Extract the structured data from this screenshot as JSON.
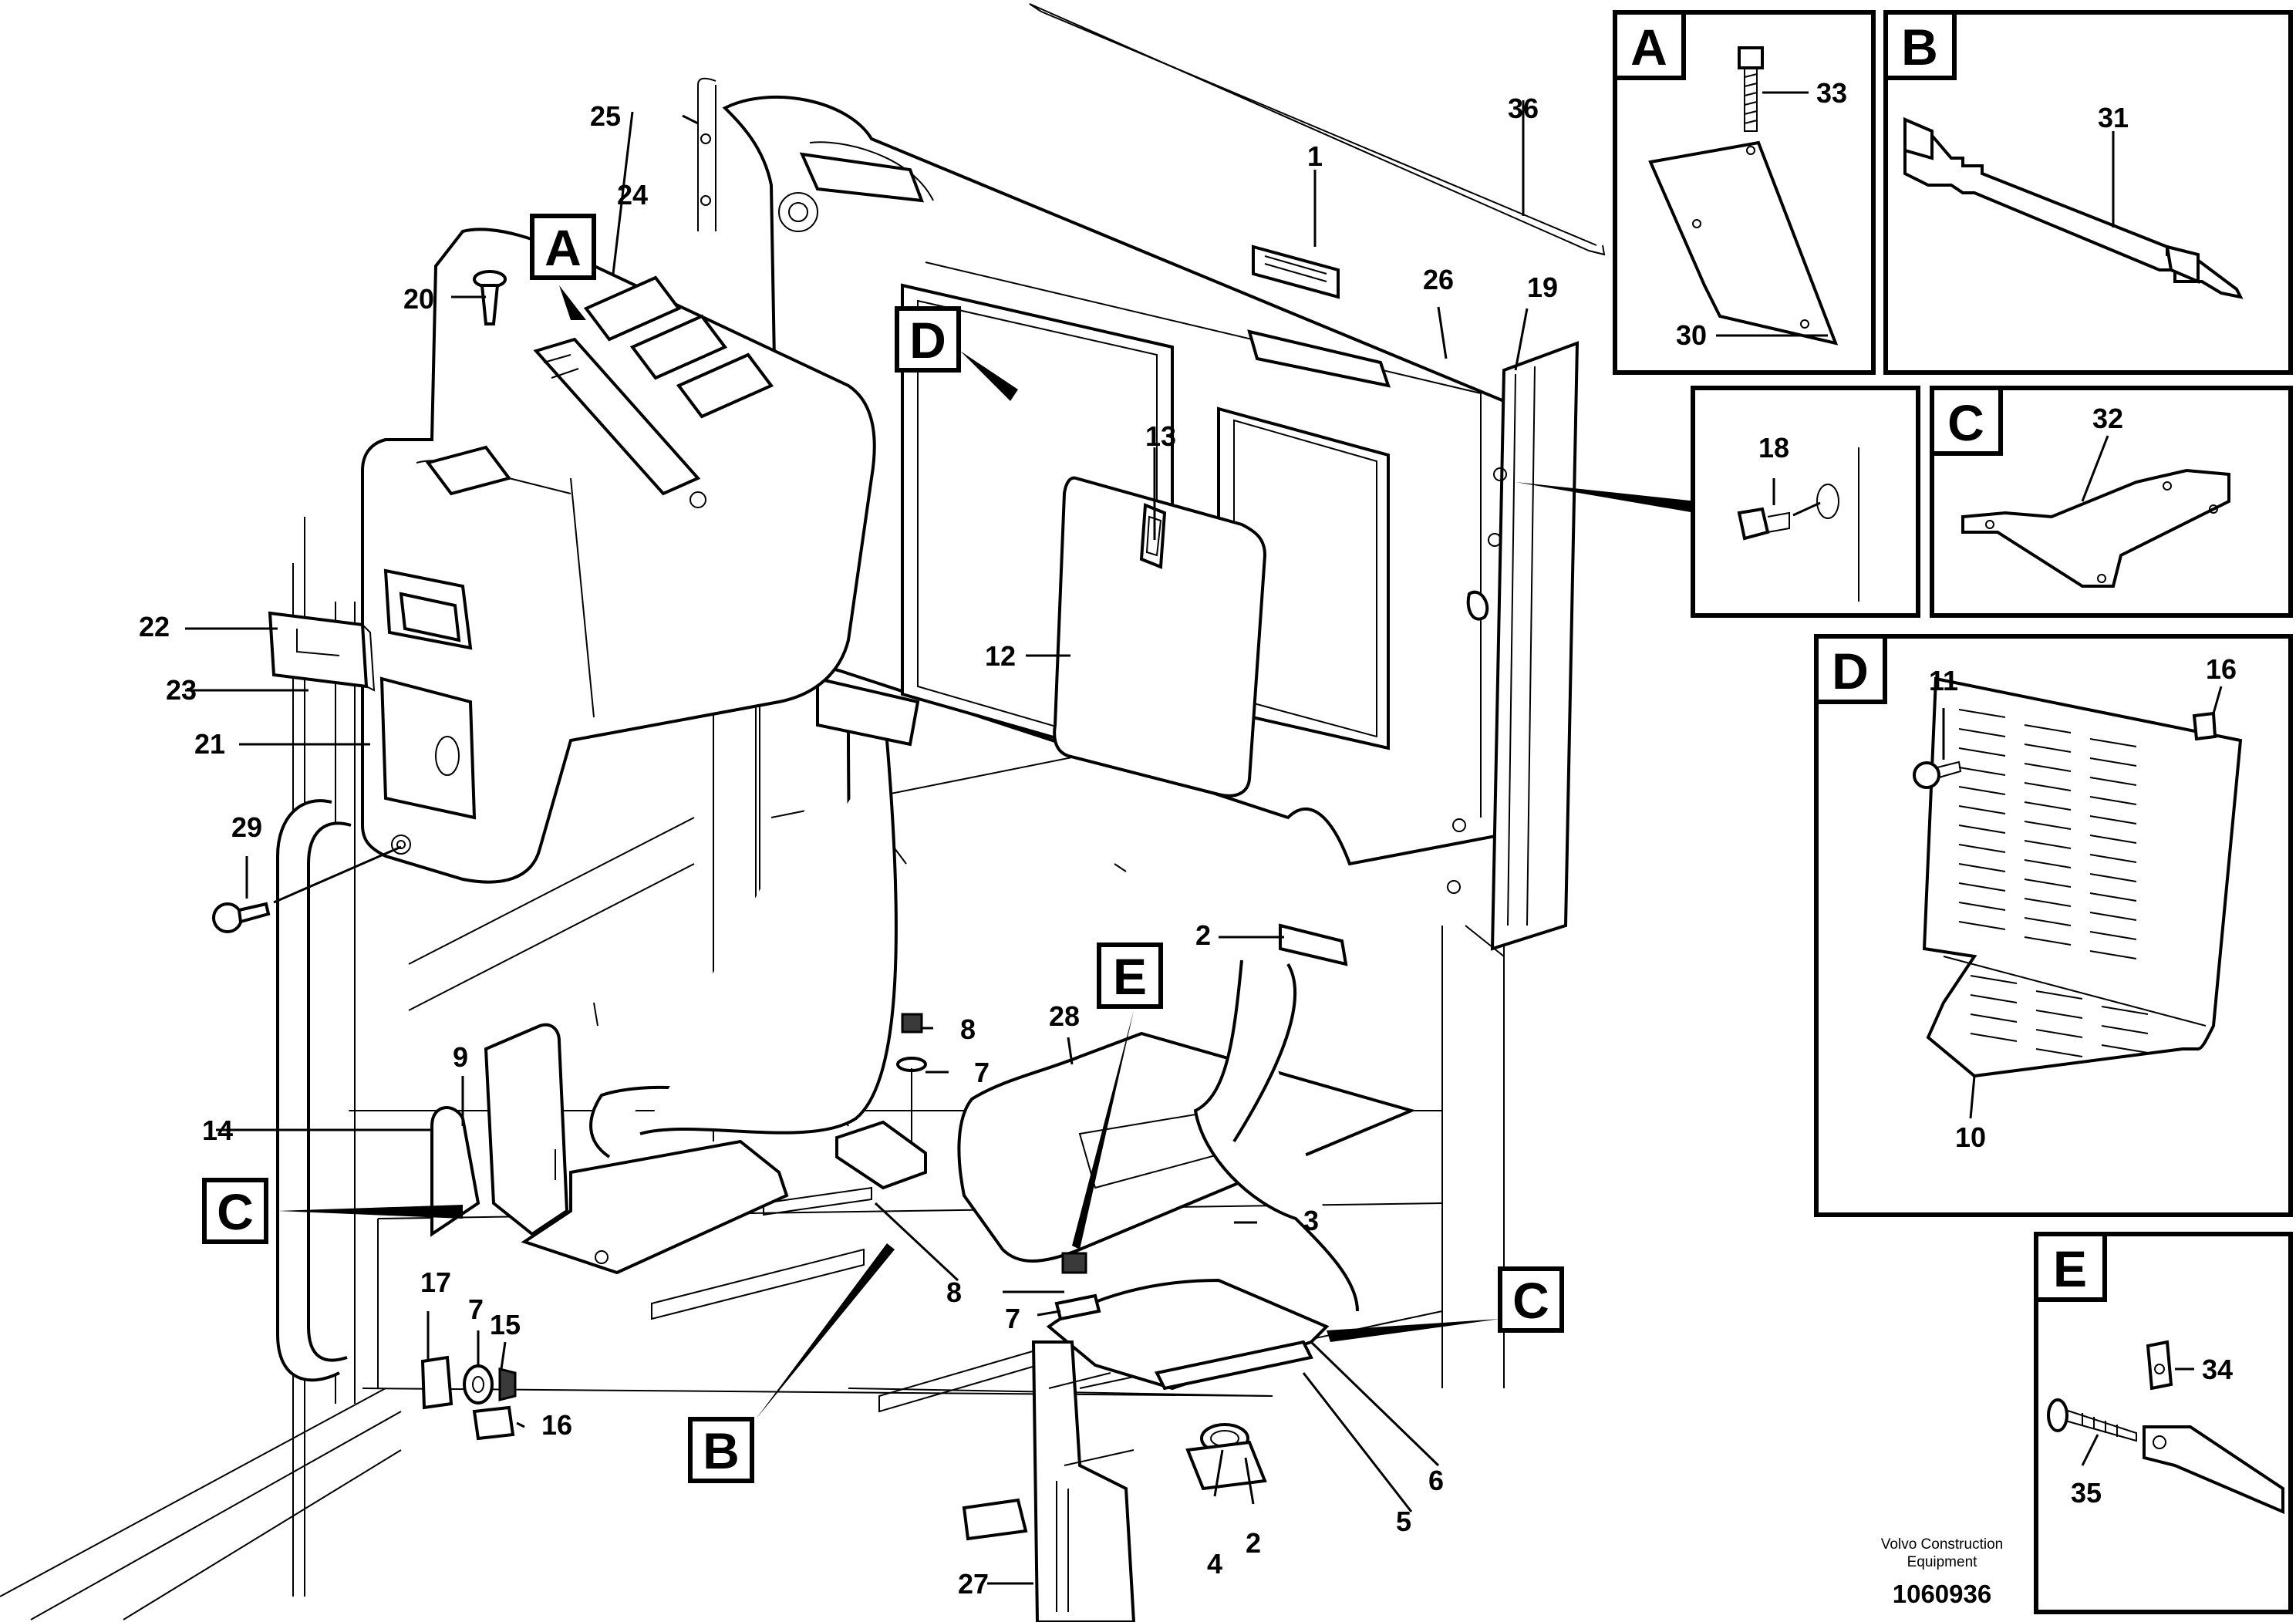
{
  "footer": {
    "company_line1": "Volvo Construction",
    "company_line2": "Equipment",
    "drawing_id": "1060936"
  },
  "main_view": {
    "view_labels": {
      "A": "A",
      "B": "B",
      "C_left": "C",
      "C_right": "C",
      "D": "D",
      "E": "E"
    },
    "callouts": {
      "p1": "1",
      "p2_upper": "2",
      "p2_lower": "2",
      "p3": "3",
      "p4": "4",
      "p5": "5",
      "p6": "6",
      "p7_center": "7",
      "p7_lower": "7",
      "p7_left": "7",
      "p8_center": "8",
      "p8_lower": "8",
      "p9": "9",
      "p12": "12",
      "p13": "13",
      "p14": "14",
      "p15": "15",
      "p16": "16",
      "p17": "17",
      "p19": "19",
      "p20": "20",
      "p21": "21",
      "p22": "22",
      "p23": "23",
      "p24": "24",
      "p25": "25",
      "p26": "26",
      "p27": "27",
      "p28": "28",
      "p29": "29",
      "p36": "36"
    }
  },
  "details": [
    {
      "id": "detail-a",
      "letter": "A",
      "callouts": [
        "33",
        "30"
      ]
    },
    {
      "id": "detail-b",
      "letter": "B",
      "callouts": [
        "31"
      ]
    },
    {
      "id": "detail-18",
      "letter": "",
      "callouts": [
        "18"
      ]
    },
    {
      "id": "detail-c",
      "letter": "C",
      "callouts": [
        "32"
      ]
    },
    {
      "id": "detail-d",
      "letter": "D",
      "callouts": [
        "11",
        "16",
        "10"
      ]
    },
    {
      "id": "detail-e",
      "letter": "E",
      "callouts": [
        "34",
        "35"
      ]
    }
  ]
}
